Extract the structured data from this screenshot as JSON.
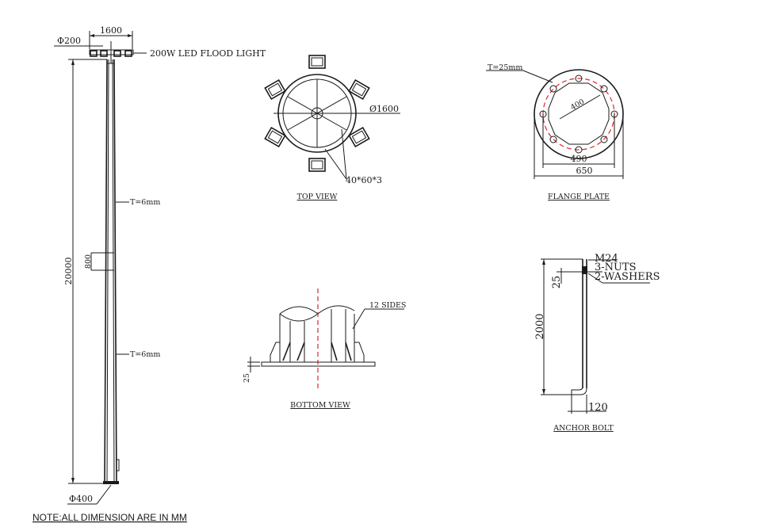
{
  "pole": {
    "top_width": "1600",
    "top_diameter": "Φ200",
    "light_label": "200W LED FLOOD LIGHT",
    "height": "20000",
    "door_height": "800",
    "thickness_upper": "T=6mm",
    "thickness_lower": "T=6mm",
    "base_diameter": "Φ400"
  },
  "top_view": {
    "title": "TOP VIEW",
    "diameter": "Ø1600",
    "tube_spec": "40*60*3",
    "light_count": 6
  },
  "flange_plate": {
    "title": "FLANGE PLATE",
    "thickness": "T=25mm",
    "inner": "400",
    "bolt_circle": "490",
    "outer": "650",
    "bolt_holes": 8,
    "bolt_circle_color": "#d9262b"
  },
  "bottom_view": {
    "title": "BOTTOM VIEW",
    "sides": "12 SIDES",
    "plate_thickness": "25",
    "centerline_color": "#d9262b"
  },
  "anchor_bolt": {
    "title": "ANCHOR BOLT",
    "size": "M24",
    "nuts": "3-NUTS",
    "washers": "2-WASHERS",
    "thread_len": "25",
    "length": "2000",
    "hook": "120"
  },
  "note": "NOTE:ALL DIMENSION ARE IN MM"
}
